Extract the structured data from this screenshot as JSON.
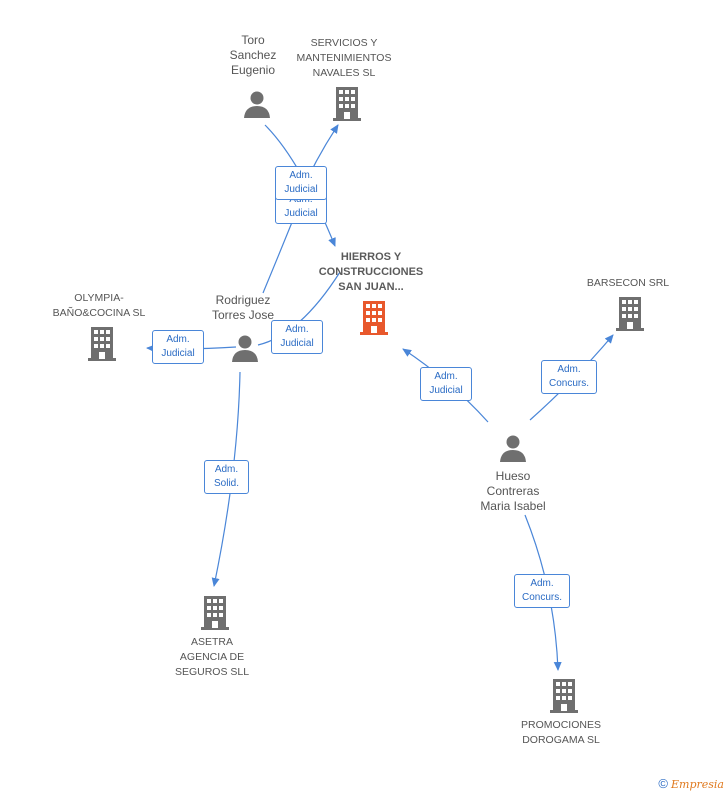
{
  "colors": {
    "edge": "#4a86d8",
    "icon": "#6f6f6f",
    "focus_icon": "#e8582c",
    "label_text": "#555555",
    "edge_label_text": "#2a6bc4"
  },
  "nodes": {
    "toro": {
      "label": "Toro\nSanchez\nEugenio",
      "icon": "person-icon"
    },
    "servicios": {
      "label": "SERVICIOS Y\nMANTENIMIENTOS\nNAVALES SL",
      "icon": "building-icon"
    },
    "hierros": {
      "label": "HIERROS Y\nCONSTRUCCIONES\nSAN JUAN...",
      "icon": "building-icon"
    },
    "olympia": {
      "label": "OLYMPIA-\nBAÑO&COCINA SL",
      "icon": "building-icon"
    },
    "rodriguez": {
      "label": "Rodriguez\nTorres Jose",
      "icon": "person-icon"
    },
    "barsecon": {
      "label": "BARSECON SRL",
      "icon": "building-icon"
    },
    "hueso": {
      "label": "Hueso\nContreras\nMaria Isabel",
      "icon": "person-icon"
    },
    "asetra": {
      "label": "ASETRA\nAGENCIA DE\nSEGUROS SLL",
      "icon": "building-icon"
    },
    "promociones": {
      "label": "PROMOCIONES\nDOROGAMA SL",
      "icon": "building-icon"
    }
  },
  "edge_labels": {
    "toro_servicios": "Adm.\nJudicial",
    "toro_hierros": "Adm.\nJudicial",
    "rodriguez_hierros": "Adm.\nJudicial",
    "rodriguez_olympia": "Adm.\nJudicial",
    "rodriguez_asetra": "Adm.\nSolid.",
    "hueso_hierros": "Adm.\nJudicial",
    "hueso_barsecon": "Adm.\nConcurs.",
    "hueso_promociones": "Adm.\nConcurs."
  },
  "footer": {
    "copyright": "©",
    "brand": "Empresia"
  }
}
